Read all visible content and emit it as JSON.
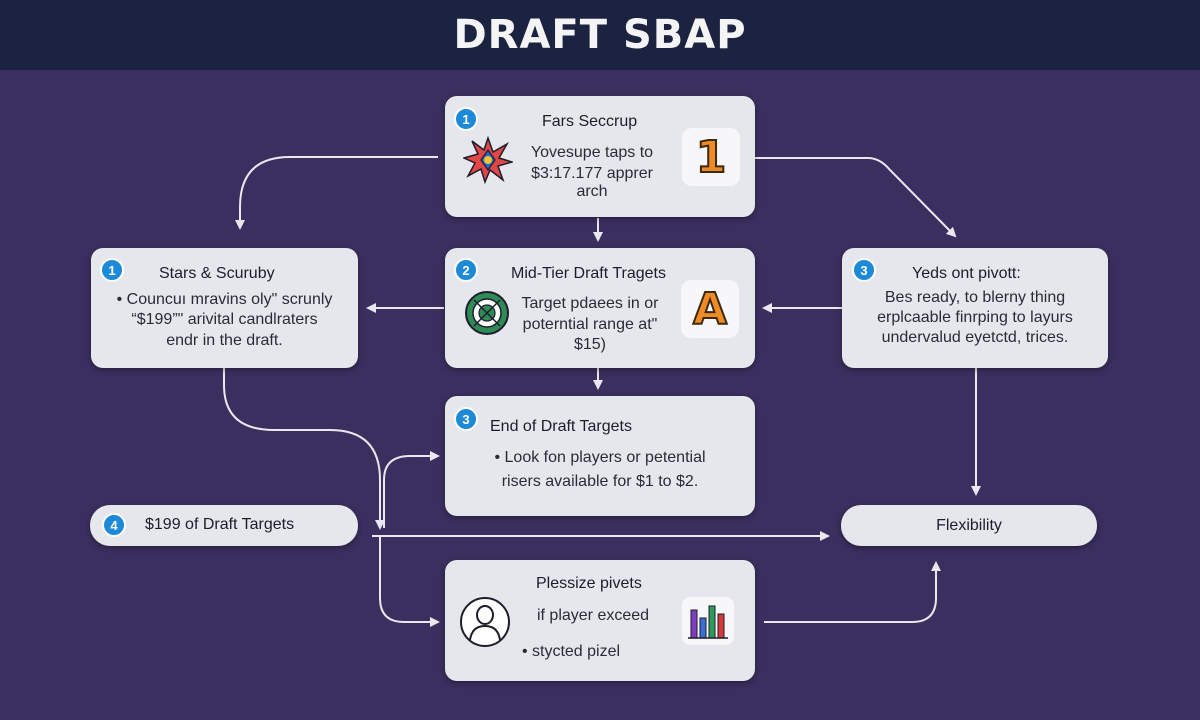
{
  "title": "DRAFT SBAP",
  "boxes": {
    "top": {
      "badge": "1",
      "heading": "Fars Seccrup",
      "lines": [
        "Yovesupe taps to",
        "$3:17.177 apprer",
        "arch"
      ],
      "tile_letter": "1"
    },
    "left": {
      "badge": "1",
      "heading": "Stars & Scuruby",
      "lines": [
        "• Councuı mravins oly\" scrunly",
        "“$199”\" arivital candlraters",
        "endr in the draft."
      ]
    },
    "mid": {
      "badge": "2",
      "heading": "Mid-Tier Draft Tragets",
      "lines": [
        "Target pdaees in or",
        "poterntial range at\"",
        "$15)"
      ],
      "tile_letter": "A"
    },
    "right": {
      "badge": "3",
      "heading": "Yeds ont pivott:",
      "lines": [
        "Bes ready, to blerny thing",
        "erplcaable finrping to layurs",
        "undervalud eyetctd, trices."
      ]
    },
    "end": {
      "badge": "3",
      "heading": "End of Draft Targets",
      "lines": [
        "• Look fon players or petential",
        "risers available for $1 to $2."
      ]
    },
    "pill_left": {
      "badge": "4",
      "label": "$199 of Draft Targets"
    },
    "pill_right": {
      "label": "Flexibility"
    },
    "bottom": {
      "heading": "Plessize pivets",
      "lines": [
        "if player exceed",
        "• stycted pizel"
      ]
    }
  },
  "colors": {
    "background": "#3a2f5f",
    "header": "#1c2340",
    "box": "#e6e7ec",
    "badge": "#1d8ad8",
    "arrow": "#e8e8ee",
    "accent_orange": "#f08a24"
  },
  "icons": {
    "top_left": "starburst-icon",
    "top_right": "number-one-tile-icon",
    "mid_left": "target-icon",
    "mid_right": "letter-a-tile-icon",
    "bottom_left": "person-icon",
    "bottom_right": "bar-chart-icon"
  }
}
